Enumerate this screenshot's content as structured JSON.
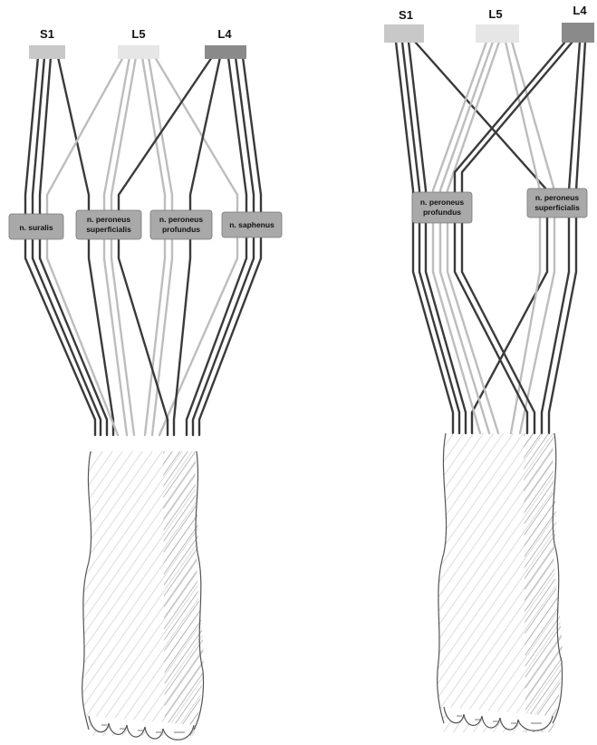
{
  "left_diagram": {
    "roots": [
      {
        "label": "S1",
        "shade": "#c8c8c8"
      },
      {
        "label": "L5",
        "shade": "#e6e6e6"
      },
      {
        "label": "L4",
        "shade": "#8a8a8a"
      }
    ],
    "nerves": [
      {
        "lines": [
          "n. suralis"
        ]
      },
      {
        "lines": [
          "n. peroneus",
          "superficialis"
        ]
      },
      {
        "lines": [
          "n. peroneus",
          "profundus"
        ]
      },
      {
        "lines": [
          "n. saphenus"
        ]
      }
    ]
  },
  "right_diagram": {
    "roots": [
      {
        "label": "S1",
        "shade": "#c8c8c8"
      },
      {
        "label": "L5",
        "shade": "#e6e6e6"
      },
      {
        "label": "L4",
        "shade": "#8a8a8a"
      }
    ],
    "nerves": [
      {
        "lines": [
          "n. peroneus",
          "profundus"
        ]
      },
      {
        "lines": [
          "n. peroneus",
          "superficialis"
        ]
      }
    ]
  },
  "colors": {
    "dark_wire": "#3a3a3a",
    "light_wire": "#bdbdbd",
    "nerve_box": "#a9a9a9",
    "foot_outline": "#555555",
    "hatch": "#c9c9c9"
  }
}
